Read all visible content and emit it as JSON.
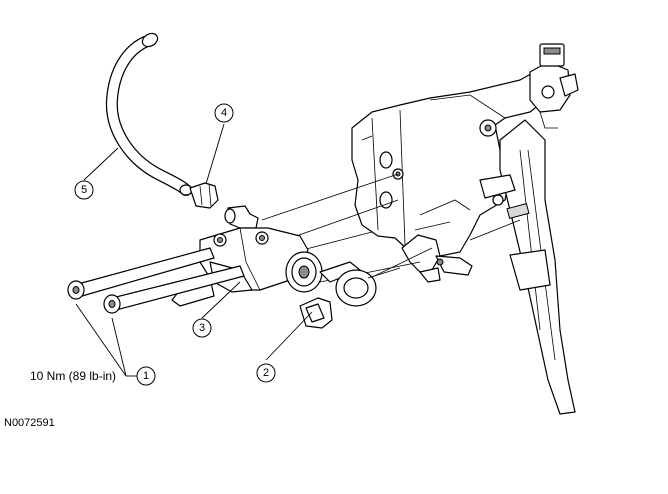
{
  "figure_id": "N0072591",
  "torque_spec": "10 Nm (89 lb-in)",
  "callouts": [
    {
      "id": "callout-1",
      "number": "1"
    },
    {
      "id": "callout-2",
      "number": "2"
    },
    {
      "id": "callout-3",
      "number": "3"
    },
    {
      "id": "callout-4",
      "number": "4"
    },
    {
      "id": "callout-5",
      "number": "5"
    }
  ]
}
